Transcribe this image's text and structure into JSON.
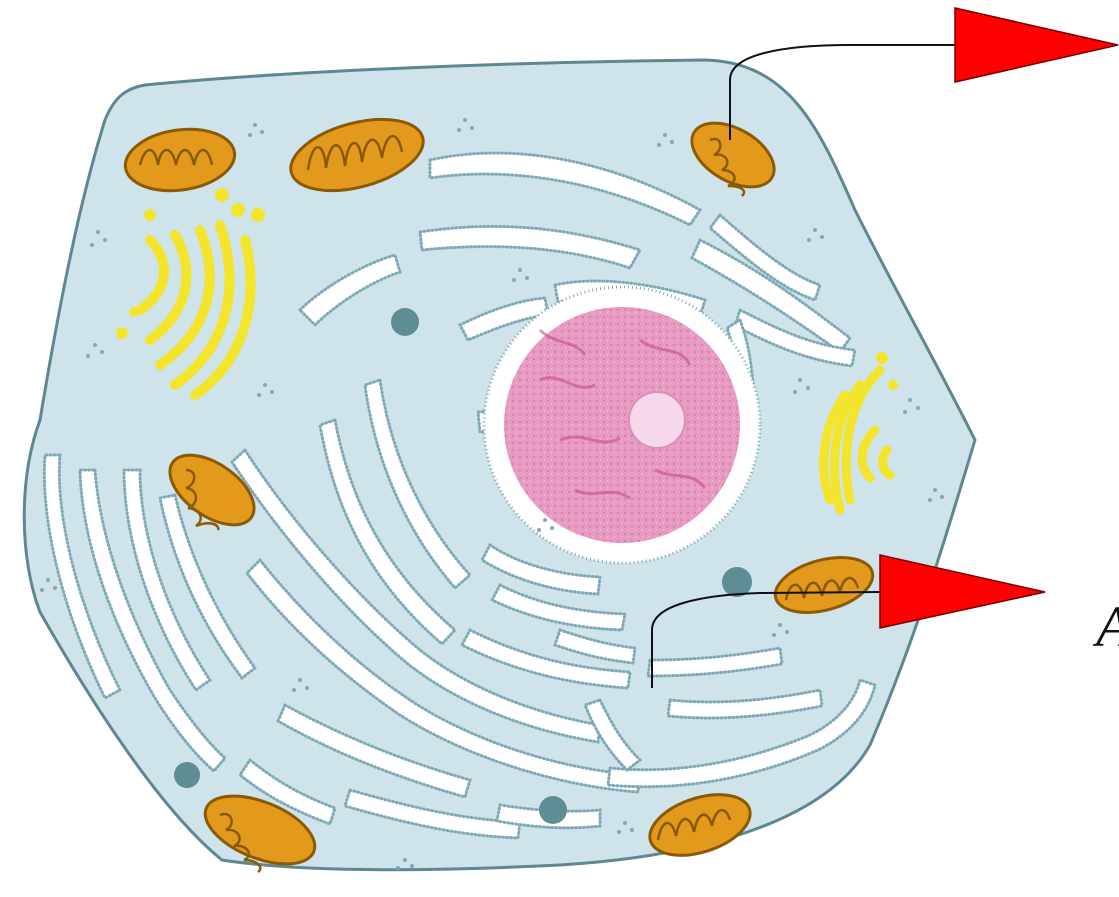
{
  "labels": {
    "right_edge_letter": "A"
  },
  "colors": {
    "cytoplasm": "#cfe3ea",
    "membrane": "#5f8793",
    "er": "#ffffff",
    "er_stipple": "#7fa9b7",
    "mitochondria": "#e39a1c",
    "mitochondria_outline": "#8a5a06",
    "golgi": "#f2e52c",
    "nucleus": "#e79ac2",
    "nucleolus": "#f7d8ea",
    "vesicle": "#5e8d93",
    "pointer": "#ff0000",
    "leader_line": "#111111"
  },
  "diagram": {
    "type": "animal-cell",
    "pointers": 2
  }
}
